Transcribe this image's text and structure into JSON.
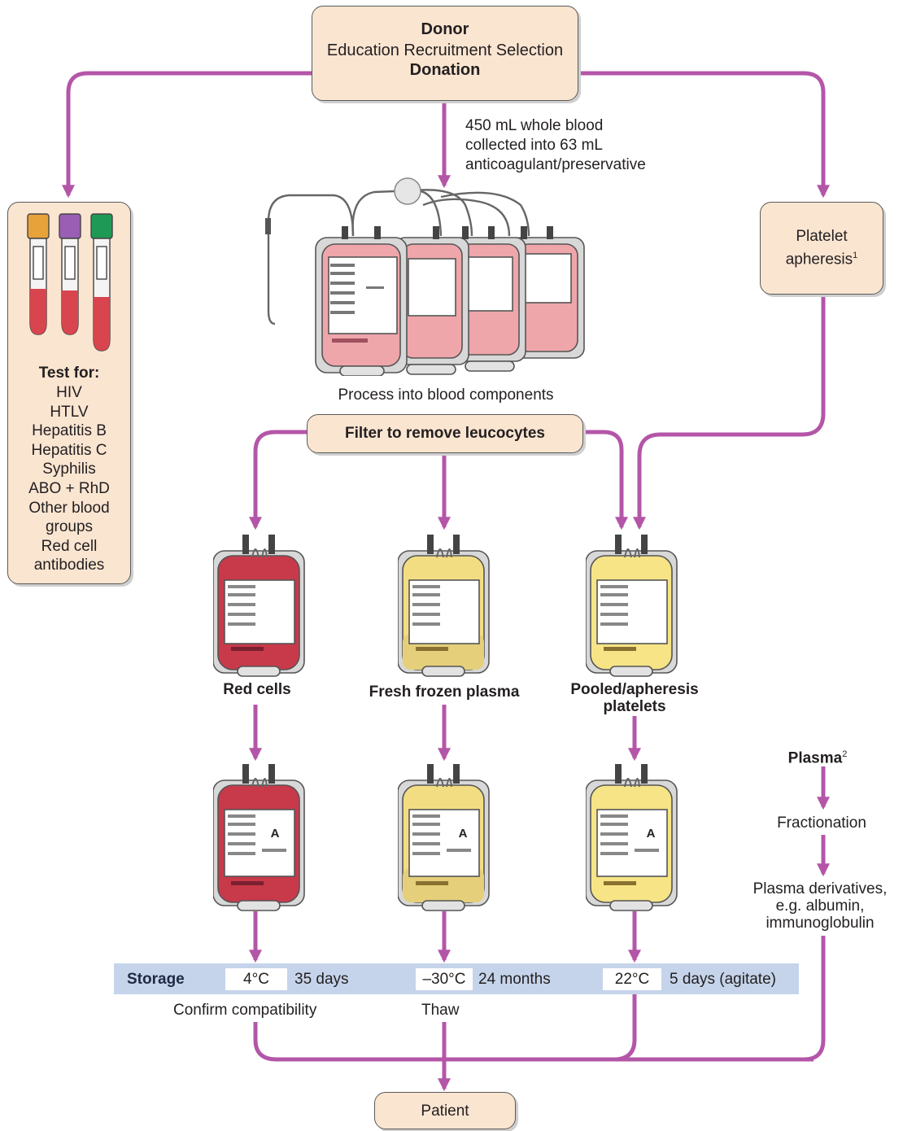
{
  "colors": {
    "arrow": "#b456a8",
    "box_fill": "#fae5d1",
    "storage_band": "#c5d4ea",
    "red_cells": "#c8394a",
    "plasma": "#f3dd83",
    "platelets": "#f6e486",
    "whole_blood": "#eea6aa"
  },
  "donor": {
    "title": "Donor",
    "steps": "Education Recruitment Selection",
    "action": "Donation"
  },
  "collection_note": {
    "line1": "450 mL whole blood",
    "line2": "collected into 63 mL",
    "line3": "anticoagulant/preservative"
  },
  "platelet_apheresis": {
    "line1": "Platelet",
    "line2": "apheresis",
    "footnote": "1"
  },
  "tests": {
    "title": "Test for:",
    "items": [
      "HIV",
      "HTLV",
      "Hepatitis B",
      "Hepatitis C",
      "Syphilis",
      "ABO + RhD",
      "Other blood",
      "groups",
      "Red cell",
      "antibodies"
    ]
  },
  "process_label": "Process into blood components",
  "filter_label": "Filter to remove leucocytes",
  "components": {
    "red_cells": "Red cells",
    "ffp": "Fresh frozen plasma",
    "platelets_line1": "Pooled/apheresis",
    "platelets_line2": "platelets"
  },
  "bag_group_label": "A",
  "plasma_branch": {
    "title": "Plasma",
    "footnote": "2",
    "fractionation": "Fractionation",
    "derivatives_line1": "Plasma derivatives,",
    "derivatives_line2": "e.g. albumin,",
    "derivatives_line3": "immunoglobulin"
  },
  "storage": {
    "label": "Storage",
    "red_temp": "4°C",
    "red_time": "35 days",
    "ffp_temp": "–30°C",
    "ffp_time": "24 months",
    "plt_temp": "22°C",
    "plt_time": "5 days (agitate)"
  },
  "after_storage": {
    "red": "Confirm compatibility",
    "ffp": "Thaw"
  },
  "patient": "Patient"
}
